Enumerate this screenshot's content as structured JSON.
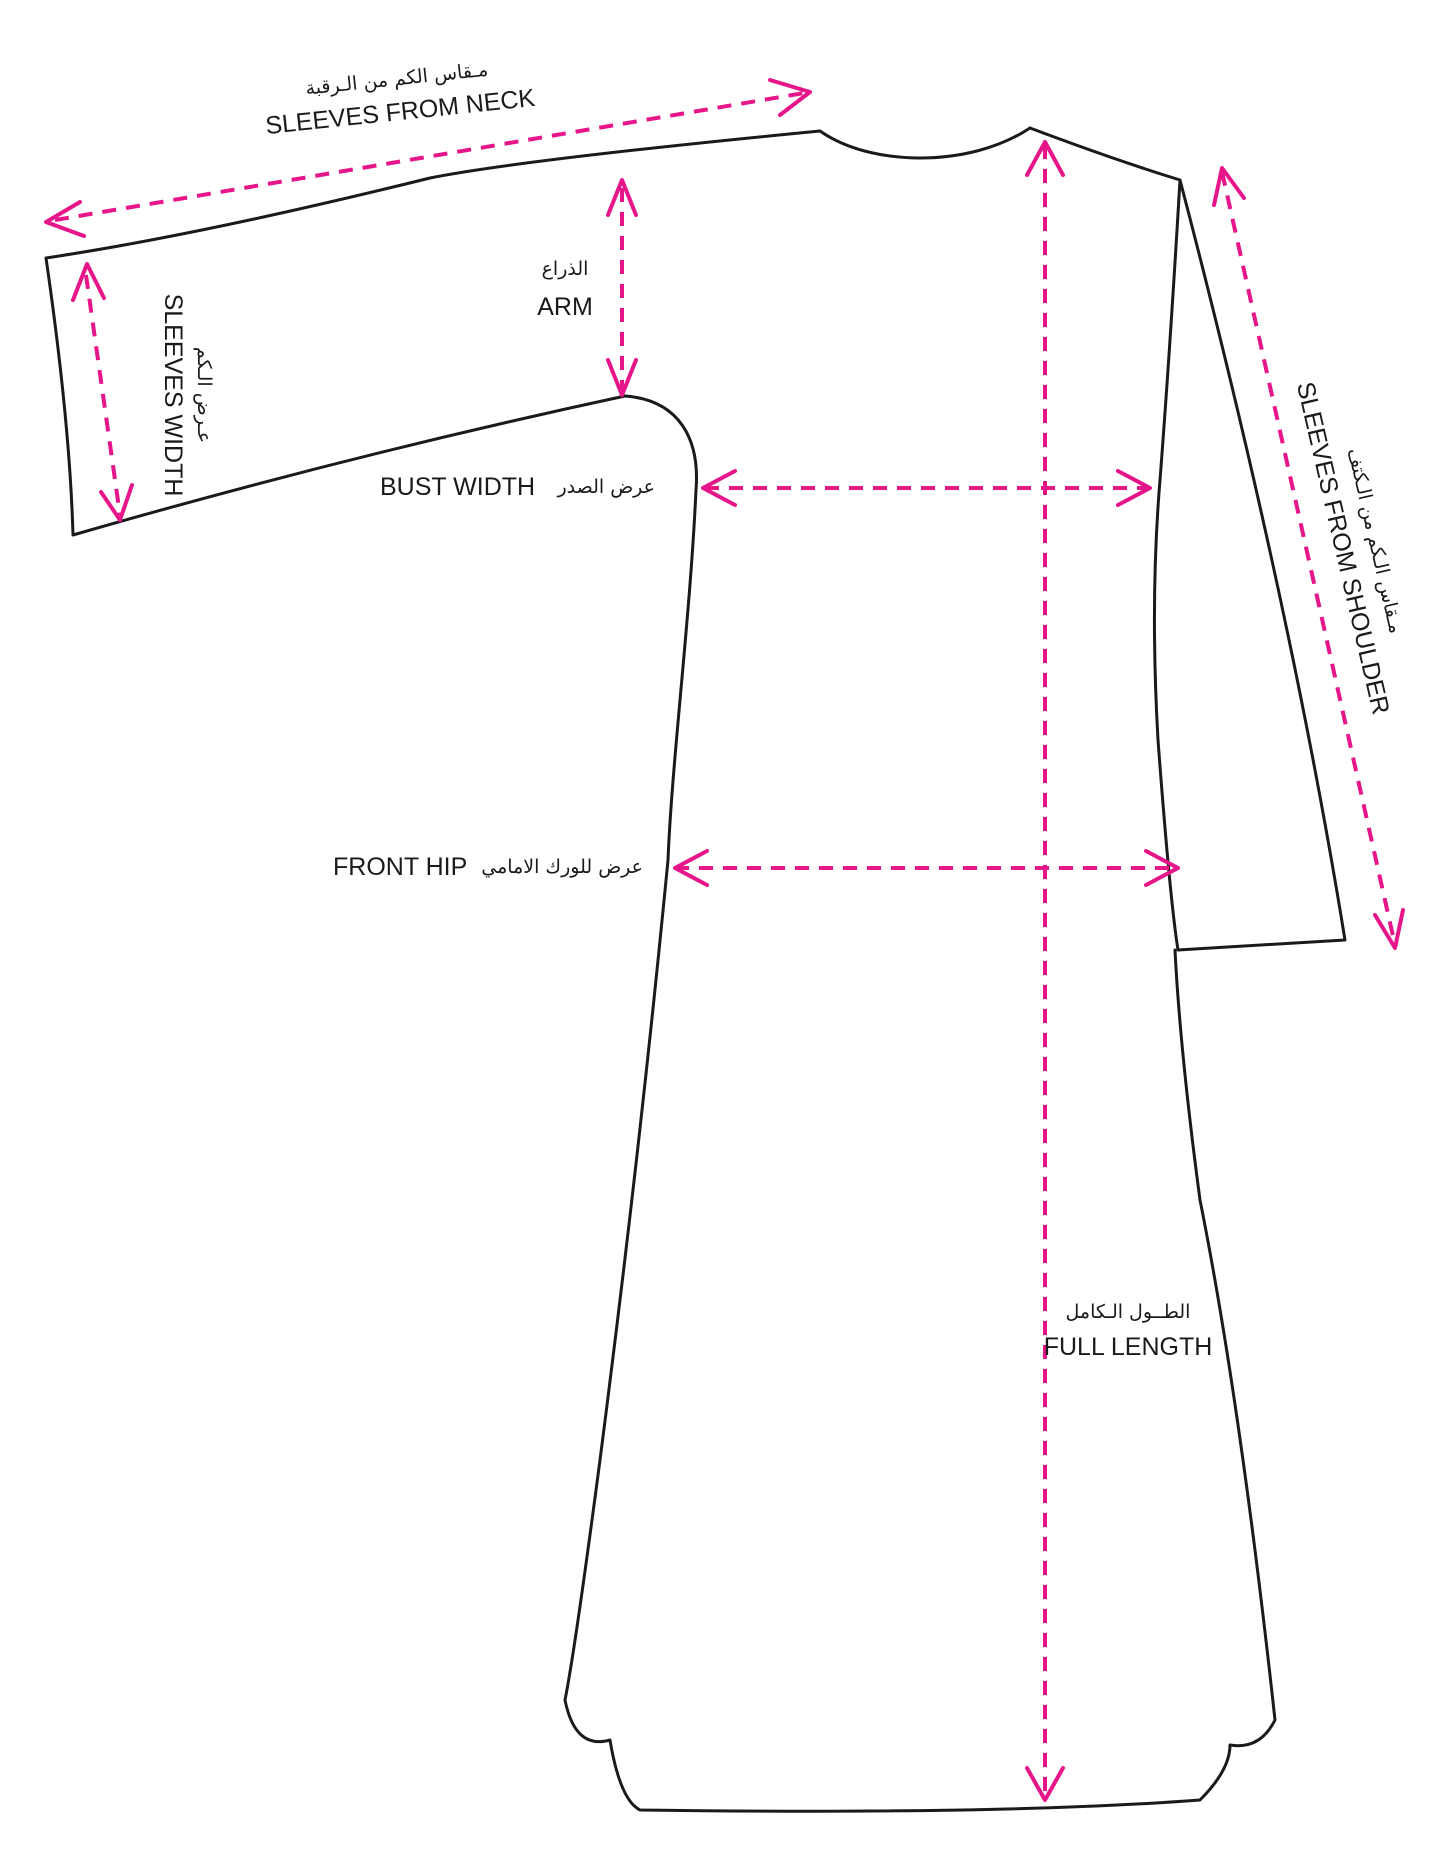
{
  "labels": {
    "sleeves_from_neck": {
      "ar": "مـقاس الكم من الـرقبة",
      "en": "SLEEVES FROM NECK"
    },
    "arm": {
      "ar": "الذراع",
      "en": "ARM"
    },
    "sleeves_width": {
      "ar": "عـرض الـكم",
      "en": "SLEEVES WIDTH"
    },
    "bust_width": {
      "ar": "عرض الصدر",
      "en": "BUST WIDTH"
    },
    "front_hip": {
      "ar": "عرض للورك الامامي",
      "en": "FRONT HIP"
    },
    "full_length": {
      "ar": "الطــول الـكامل",
      "en": "FULL LENGTH"
    },
    "sleeves_from_shoulder": {
      "ar": "مـقاس الـكم من الـكتف",
      "en": "SLEEVES FROM SHOULDER"
    }
  },
  "colors": {
    "measurement_arrows": "#e6168a",
    "garment_outline": "#1a1a1a",
    "text": "#1a1a1a",
    "background": "#ffffff"
  }
}
